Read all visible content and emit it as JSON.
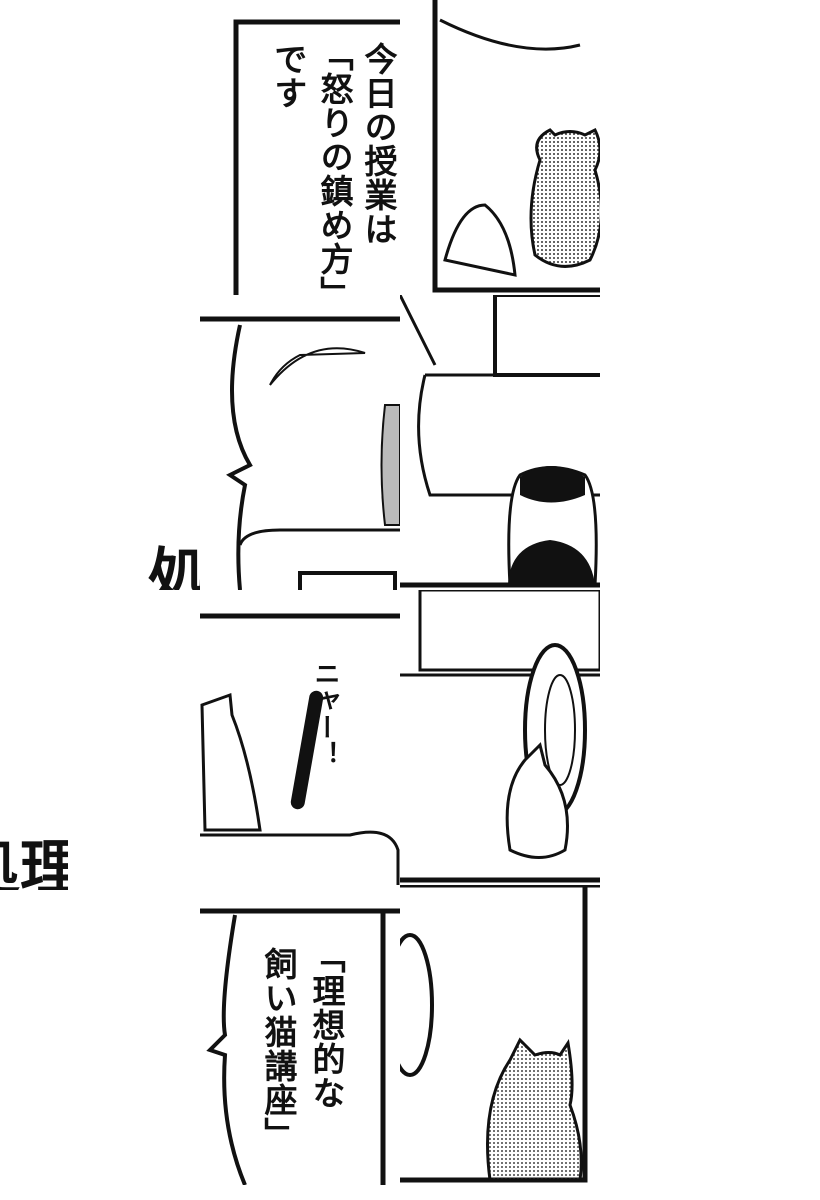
{
  "panel_top": {
    "line1": "今日の授業は",
    "line2": "「怒りの鎮め方」",
    "line3": "です"
  },
  "panel_bottom": {
    "line1": "「理想的な",
    "line2": "飼い猫講座」"
  },
  "sfx": {
    "meow": "ニャー！"
  },
  "side_titles": {
    "partial_1": "処",
    "partial_2": "処理"
  },
  "colors": {
    "ink": "#111111",
    "paper": "#ffffff",
    "tone": "#888888"
  }
}
